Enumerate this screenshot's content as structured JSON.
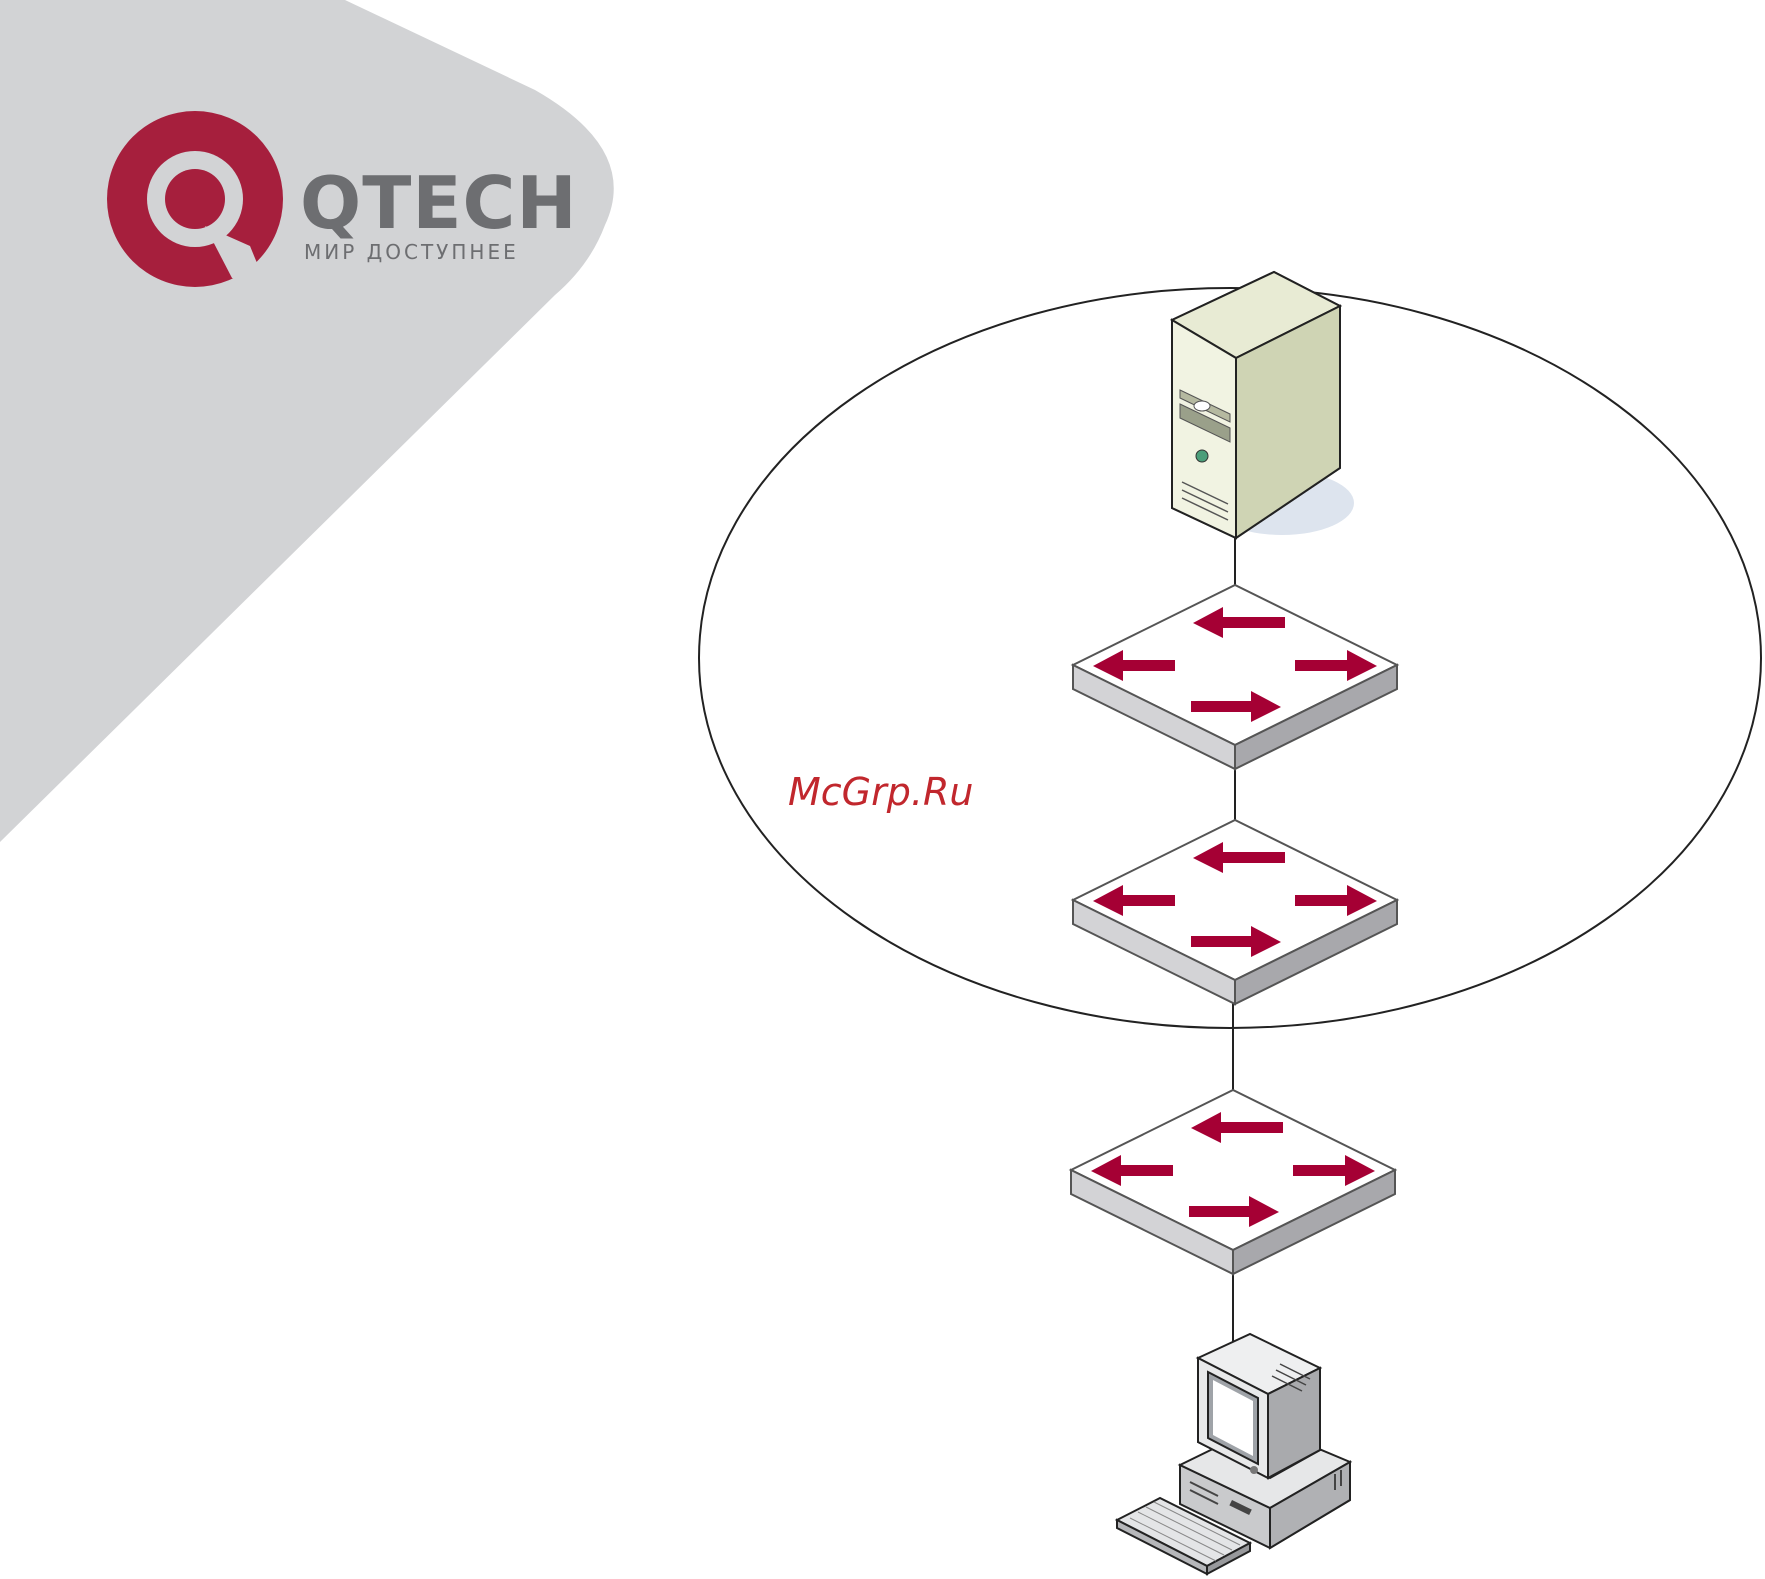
{
  "brand": {
    "name": "QTECH",
    "tagline": "МИР ДОСТУПНЕЕ",
    "logo_icon": "qtech-q-icon"
  },
  "colors": {
    "brand_red": "#a61f3d",
    "brand_gray": "#6d6e71",
    "banner_gray": "#d2d3d5",
    "arrow_red": "#a50034",
    "watermark_red": "#c1272d",
    "server_face": "#eef0dc",
    "server_side": "#cfd4b4"
  },
  "watermark": {
    "text": "McGrp.Ru"
  },
  "diagram": {
    "nodes": [
      {
        "id": "server",
        "icon": "server-tower-icon"
      },
      {
        "id": "switch-1",
        "icon": "switch-icon"
      },
      {
        "id": "switch-2",
        "icon": "switch-icon"
      },
      {
        "id": "switch-3",
        "icon": "switch-icon"
      },
      {
        "id": "workstation",
        "icon": "desktop-computer-icon"
      }
    ],
    "links": [
      [
        "server",
        "switch-1"
      ],
      [
        "switch-1",
        "switch-2"
      ],
      [
        "switch-2",
        "switch-3"
      ],
      [
        "switch-3",
        "workstation"
      ]
    ],
    "group": {
      "icon": "network-domain-ellipse",
      "members": [
        "server",
        "switch-1",
        "switch-2"
      ]
    }
  }
}
